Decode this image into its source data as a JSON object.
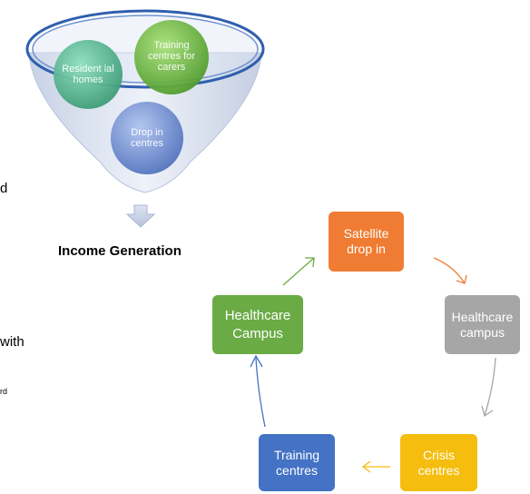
{
  "funnel": {
    "circles": [
      {
        "label": "Resident ial homes",
        "color": "#52b58f"
      },
      {
        "label": "Training centres for carers",
        "color": "#6ab548"
      },
      {
        "label": "Drop in centres",
        "color": "#6f8dd1"
      }
    ],
    "caption": "Income Generation"
  },
  "partial_text": {
    "line1": "d",
    "line2": "with",
    "line3": "rd"
  },
  "cycle": {
    "nodes": [
      {
        "label": "Satellite drop in",
        "color": "#f07c33"
      },
      {
        "label": "Healthcare campus",
        "color": "#a6a6a6"
      },
      {
        "label": "Crisis centres",
        "color": "#f5bd0d"
      },
      {
        "label": "Training centres",
        "color": "#4472c4"
      },
      {
        "label": "Healthcare Campus",
        "color": "#6aab46"
      }
    ]
  }
}
